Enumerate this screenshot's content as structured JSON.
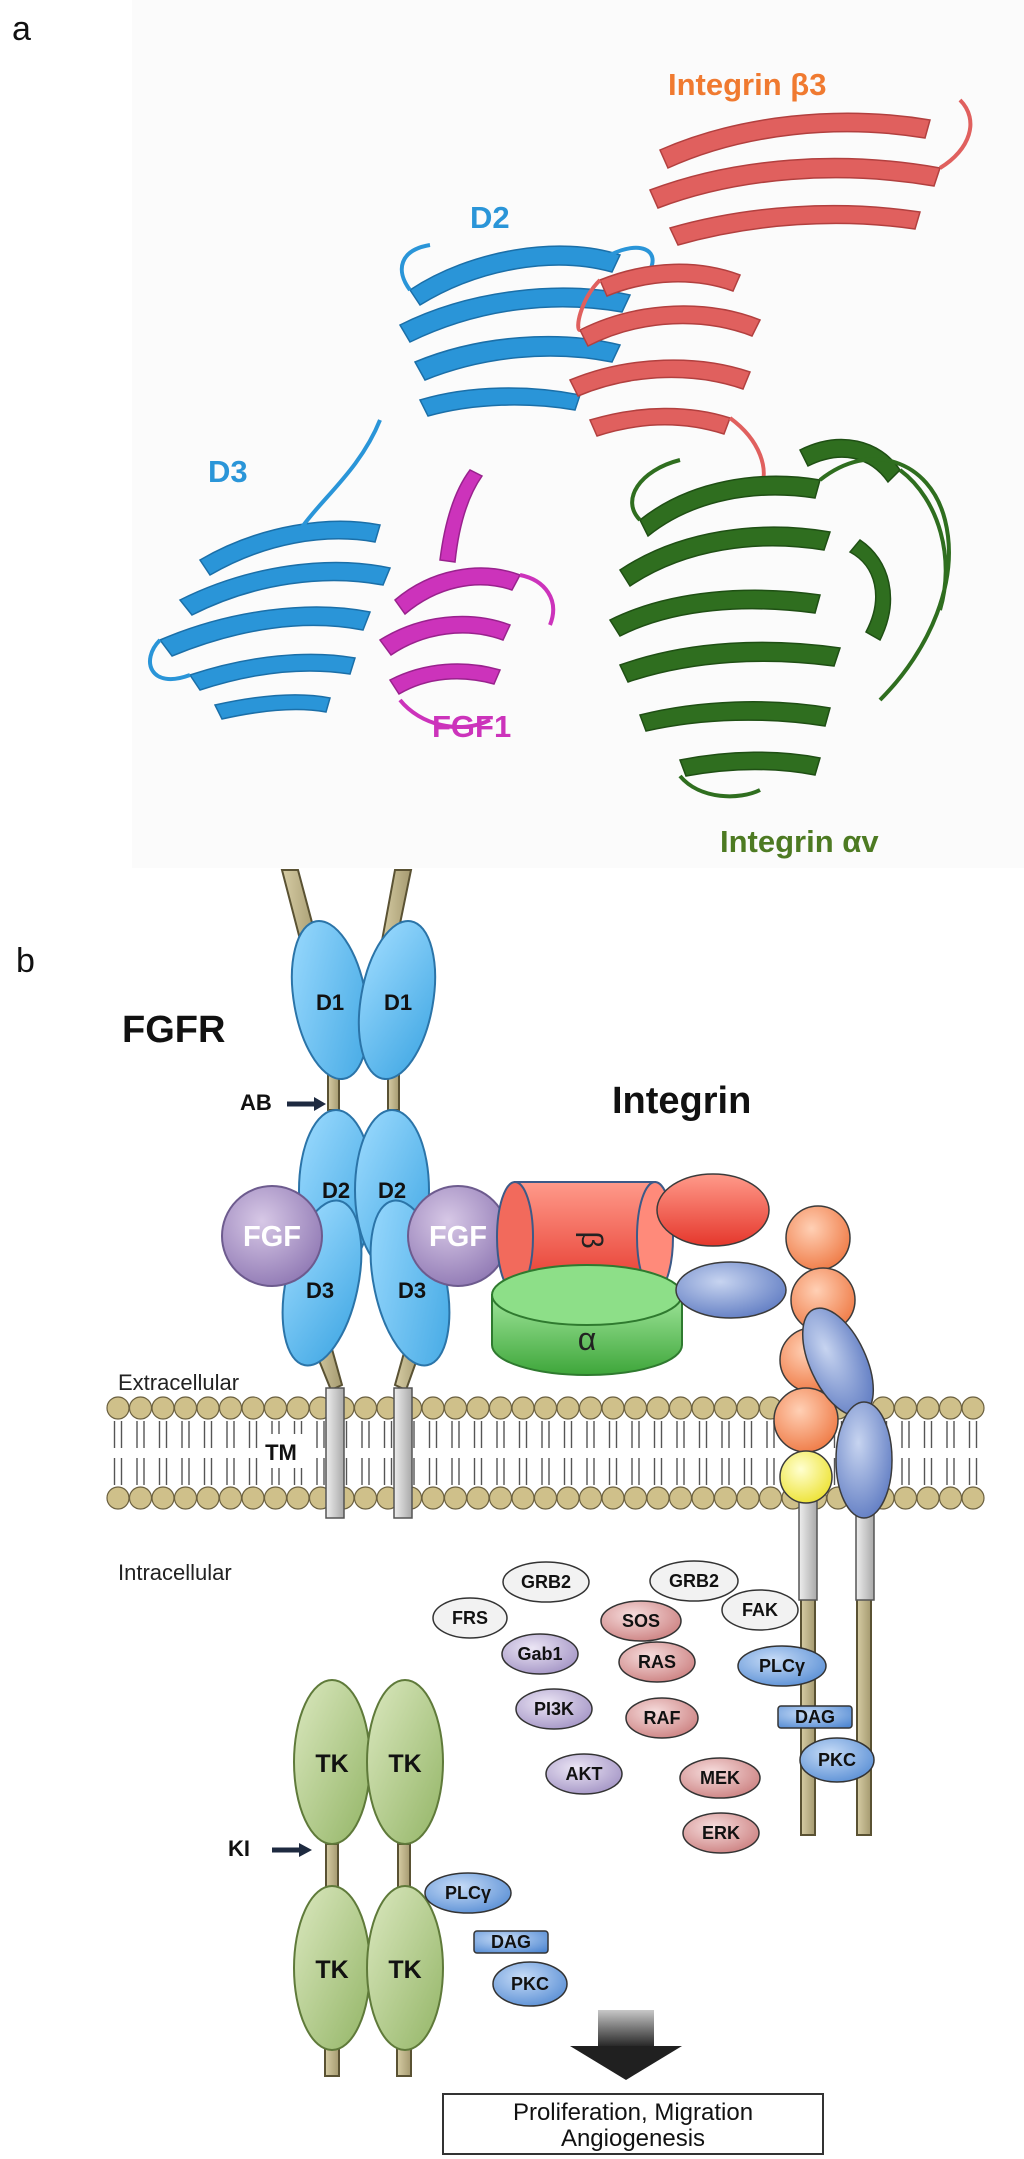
{
  "panel_a": {
    "letter": "a",
    "labels": {
      "integrin_b3": "Integrin β3",
      "d2": "D2",
      "d3": "D3",
      "fgf1": "FGF1",
      "integrin_av": "Integrin αv"
    },
    "colors": {
      "fgfr": "#2a95d8",
      "fgf1": "#cc33bb",
      "integrin_b3": "#e0605e",
      "integrin_av": "#2f6e1f",
      "integrin_b3_label": "#f07a30",
      "integrin_av_label": "#4d7a22"
    }
  },
  "panel_b": {
    "letter": "b",
    "fgfr_title": "FGFR",
    "integrin_title": "Integrin",
    "ab_label": "AB",
    "ki_label": "KI",
    "tm_label": "TM",
    "extracellular": "Extracellular",
    "intracellular": "Intracellular",
    "receptor_domains": {
      "d1": "D1",
      "d2": "D2",
      "d3": "D3",
      "tk": "TK"
    },
    "ligand": "FGF",
    "beta": "β",
    "alpha": "α",
    "signaling": {
      "frs": "FRS",
      "grb2_a": "GRB2",
      "gab1": "Gab1",
      "pi3k": "PI3K",
      "akt": "AKT",
      "sos": "SOS",
      "ras": "RAS",
      "raf": "RAF",
      "mek": "MEK",
      "erk": "ERK",
      "grb2_b": "GRB2",
      "fak": "FAK",
      "plc_a": "PLCγ",
      "dag_a": "DAG",
      "pkc_a": "PKC",
      "plc_b": "PLCγ",
      "dag_b": "DAG",
      "pkc_b": "PKC"
    },
    "outcome_line1": "Proliferation, Migration",
    "outcome_line2": "Angiogenesis",
    "colors": {
      "extracellular_domain": "#5bbfee",
      "kinase_domain": "#a9c47a",
      "fgf": "#a890c4",
      "integrin_beta": "#ef4a3c",
      "integrin_alpha": "#55bb55",
      "integrin_leg_orange": "#f49060",
      "integrin_leg_blue": "#6f8ccf",
      "integrin_yellow": "#f3ef5a",
      "membrane_head": "#cfc08a",
      "stalk": "#bdb38e",
      "plc_pathway": "#6a9ad8",
      "pi3k_pathway": "#a99cc6",
      "mapk_pathway": "#d48c8c",
      "adaptor": "#f2f2f2"
    }
  }
}
